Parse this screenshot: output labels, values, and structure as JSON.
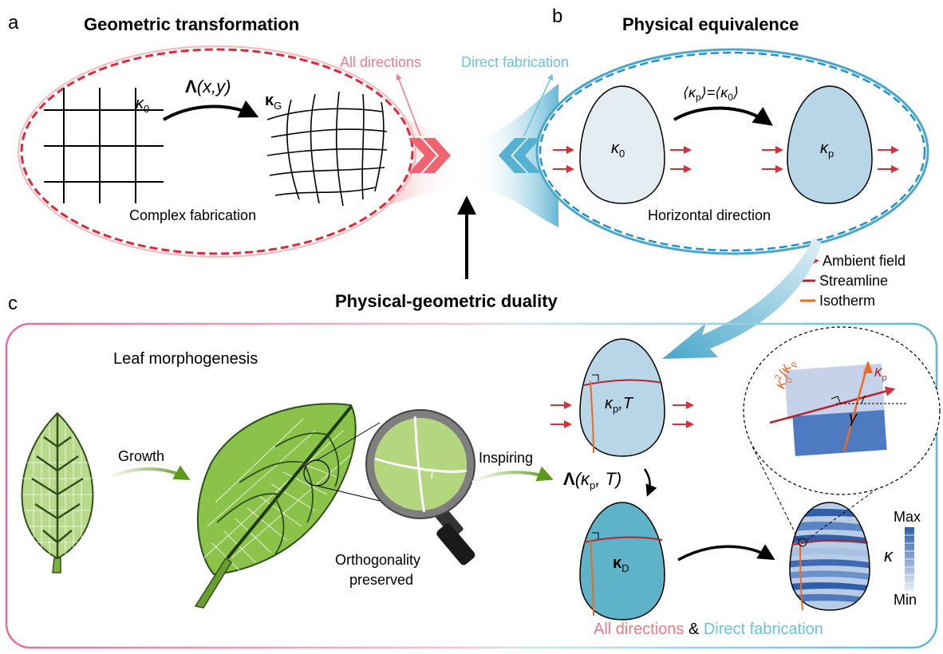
{
  "panels": {
    "a": {
      "letter": "a",
      "title": "Geometric transformation",
      "kappa0": "κ",
      "kappa0_sub": "0",
      "transform_label": "Λ",
      "transform_args": "(x,y)",
      "kappaG": "κ",
      "kappaG_sub": "G",
      "caption": "Complex fabrication",
      "callout": "All directions"
    },
    "b": {
      "letter": "b",
      "title": "Physical equivalence",
      "eq_left": "⟨κ",
      "eq_left_sub": "p",
      "eq_mid": "⟩=⟨κ",
      "eq_mid_sub": "0",
      "eq_right": "⟩",
      "shape1_label": "κ",
      "shape1_sub": "0",
      "shape2_label": "κ",
      "shape2_sub": "p",
      "caption": "Horizontal direction",
      "callout": "Direct fabrication"
    },
    "center": {
      "question": "?",
      "duality": "Physical-geometric duality"
    },
    "legend": [
      {
        "label": "Ambient field",
        "color": "#d8303a"
      },
      {
        "label": "Streamline",
        "color": "#b5232f"
      },
      {
        "label": "Isotherm",
        "color": "#ea6a22"
      }
    ],
    "c": {
      "letter": "c",
      "title": "Leaf morphogenesis",
      "growth": "Growth",
      "orthogonality_1": "Orthogonality",
      "orthogonality_2": "preserved",
      "inspiring": "Inspiring",
      "lambda": "Λ",
      "lambda_args_open": "(κ",
      "lambda_args_sub": "p",
      "lambda_args_close": ", T)",
      "kp_t": "κ",
      "kp_t_sub": "p",
      "kp_t_rest": ",T",
      "kd": "κ",
      "kd_sub": "D",
      "inset_k0": "κ",
      "inset_k0_sup": "2",
      "inset_k0_sub": "0",
      "inset_slash": "/κ",
      "inset_kp_sub": "p",
      "inset_kp": "κ",
      "inset_kp_sub2": "p",
      "inset_gamma": "γ",
      "scale_max": "Max",
      "scale_min": "Min",
      "scale_kappa": "κ",
      "footer_left": "All directions",
      "footer_amp": " & ",
      "footer_right": "Direct fabrication"
    }
  },
  "colors": {
    "red": "#e0283a",
    "red_text": "#f0707c",
    "blue": "#4aa7cc",
    "blue_text": "#6cc3d8",
    "arrow_red": "#d8303a",
    "leaf_green": "#7cb342",
    "leaf_light": "#b9d98a",
    "shape_light": "#e4edf2",
    "shape_blue": "#b8d6e8",
    "shape_teal": "#5fb3c9"
  }
}
